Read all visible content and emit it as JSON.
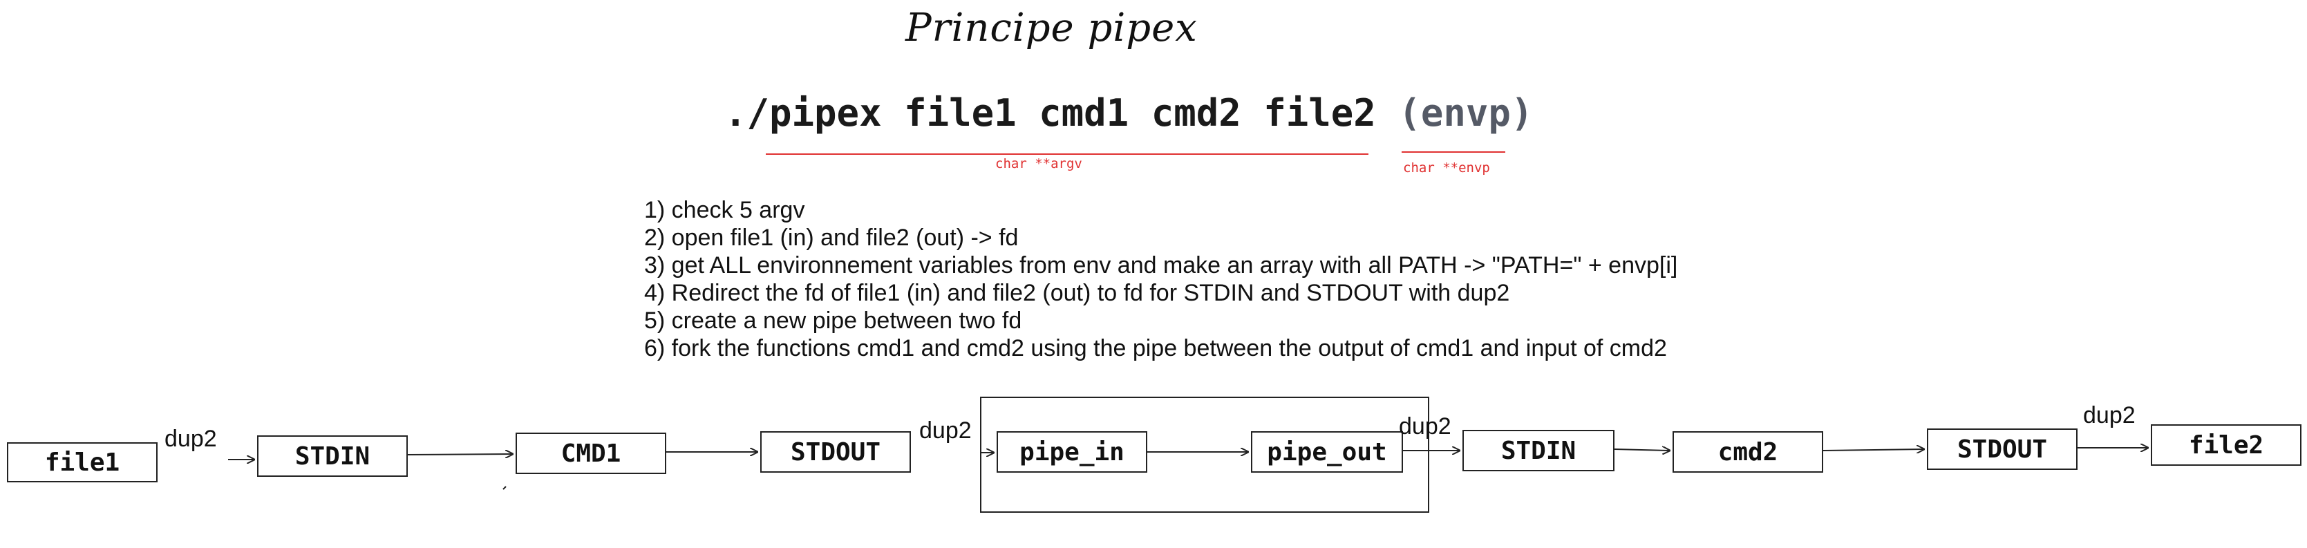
{
  "title": "Principe pipex",
  "command": {
    "main": "./pipex file1 cmd1 cmd2 file2",
    "env": "(envp)",
    "argv_label": "char **argv",
    "envp_label": "char **envp"
  },
  "steps": [
    "1) check 5 argv",
    "2) open file1 (in) and file2 (out) -> fd",
    "3) get ALL environnement variables from env and make an array with all PATH -> \"PATH=\" + envp[i]",
    "4) Redirect the fd of file1 (in) and file2 (out) to fd for STDIN and STDOUT with dup2",
    "5) create a new pipe between two fd",
    "6) fork the functions cmd1 and cmd2 using the pipe between the output of cmd1 and input of cmd2"
  ],
  "flow": {
    "nodes": {
      "file1": "file1",
      "stdin1": "STDIN",
      "cmd1": "CMD1",
      "stdout1": "STDOUT",
      "pipe_in": "pipe_in",
      "pipe_out": "pipe_out",
      "stdin2": "STDIN",
      "cmd2": "cmd2",
      "stdout2": "STDOUT",
      "file2": "file2"
    },
    "labels": {
      "dup2_1": "dup2",
      "dup2_2": "dup2",
      "dup2_3": "dup2",
      "dup2_4": "dup2"
    }
  },
  "colors": {
    "annotation": "#e03131",
    "env_text": "#555a66",
    "stroke": "#222222"
  }
}
